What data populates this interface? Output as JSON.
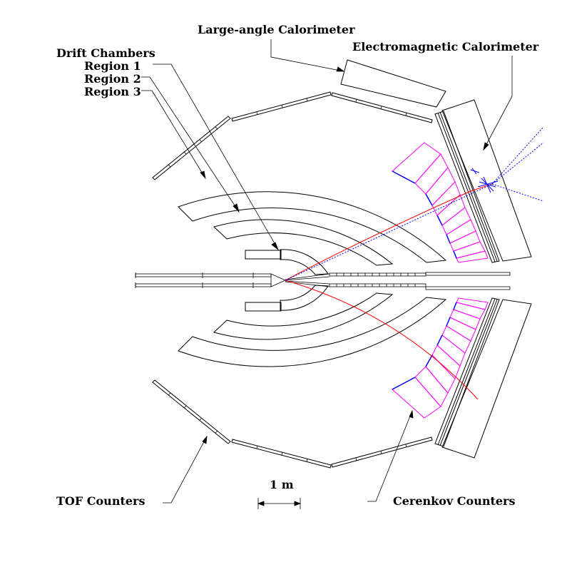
{
  "labels": {
    "large_angle_calorimeter": "Large-angle Calorimeter",
    "electromagnetic_calorimeter": "Electromagnetic Calorimeter",
    "drift_chambers": "Drift Chambers",
    "region_1": "Region 1",
    "region_2": "Region 2",
    "region_3": "Region 3",
    "tof_counters": "TOF Counters",
    "cerenkov_counters": "Cerenkov Counters",
    "scale_bar": "1 m"
  },
  "colors": {
    "outline": "#000000",
    "cerenkov": "#ff00ff",
    "cerenkov_mirror": "#0000ff",
    "track_charged": "#ff0000",
    "track_neutral": "#0000ff"
  }
}
